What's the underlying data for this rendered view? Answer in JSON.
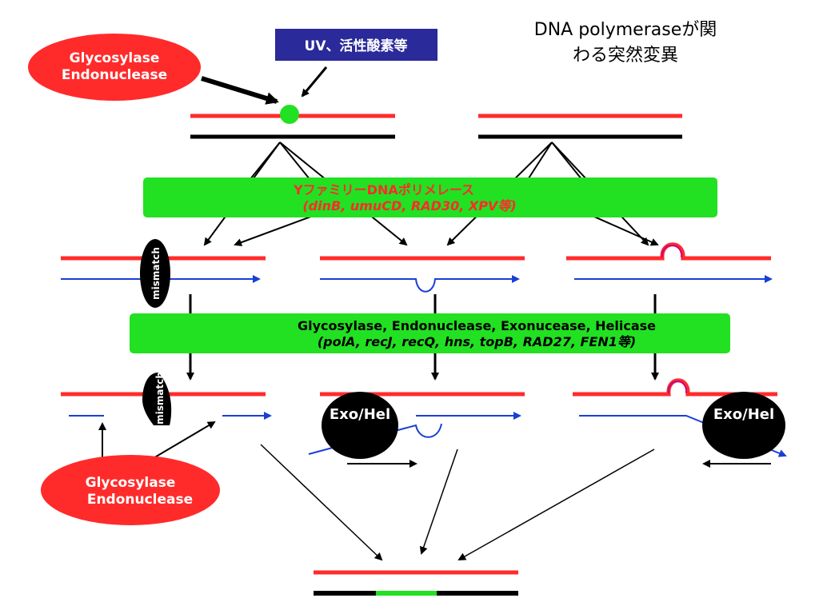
{
  "title": {
    "line1": "DNA polymeraseが関",
    "line2": "わる突然変異"
  },
  "labels": {
    "uv_box": "UV、活性酸素等",
    "glycosylase_top": [
      "Glycosylase",
      "Endonuclease"
    ],
    "glycosylase_bottom": [
      "Glycosylase",
      "Endonuclease"
    ],
    "y_family_line1": "YファミリーDNAポリメレース",
    "y_family_line2": "(dinB, umuCD, RAD30, XPV等)",
    "repair_line1": "Glycosylase, Endonuclease, Exonucease, Helicase",
    "repair_line2": "(polA, recJ, recQ, hns, topB, RAD27, FEN1等)",
    "mismatch_1": "mismatch",
    "mismatch_2": "mismatch",
    "exohel_mid": "Exo/Hel",
    "exohel_right": "Exo/Hel"
  },
  "colors": {
    "red": "#ff2b2b",
    "black": "#000000",
    "blue": "#1a3fd6",
    "green": "#22e022",
    "navy": "#2a2a9a",
    "magenta": "#cc0088"
  }
}
